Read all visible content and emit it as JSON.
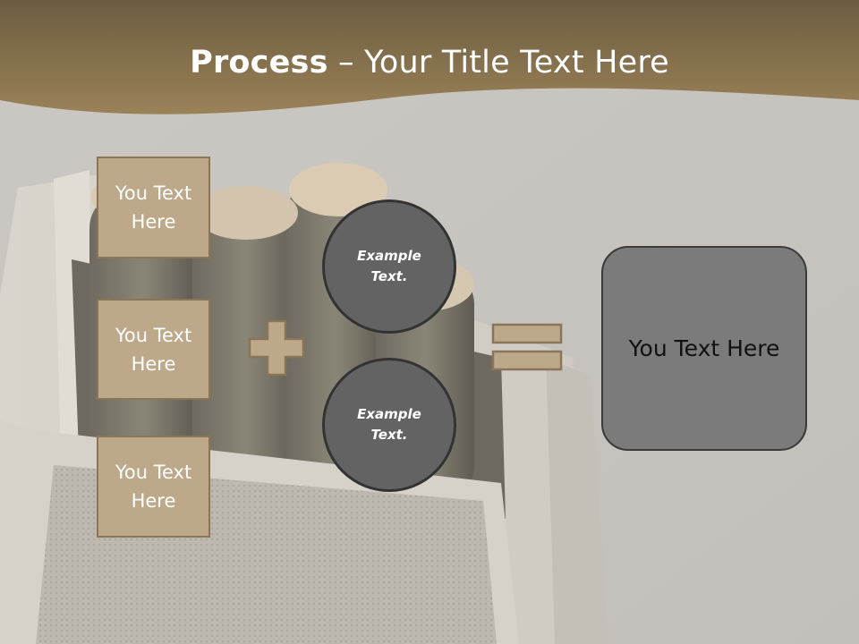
{
  "title": {
    "bold": "Process",
    "rest": " – Your Title Text Here"
  },
  "inputs": [
    {
      "label": "You Text Here"
    },
    {
      "label": "You Text Here"
    },
    {
      "label": "You Text Here"
    }
  ],
  "circles": [
    {
      "label": "Example Text."
    },
    {
      "label": "Example Text."
    }
  ],
  "result": {
    "label": "You Text Here"
  },
  "operators": {
    "plus": "plus-icon",
    "equals": "equals-icon"
  },
  "colors": {
    "header": "#8a7450",
    "box_fill": "#bda98a",
    "box_border": "#8a7558",
    "circle_fill": "#636363",
    "result_fill": "#7b7b7b",
    "background": "#c8c5c0"
  }
}
